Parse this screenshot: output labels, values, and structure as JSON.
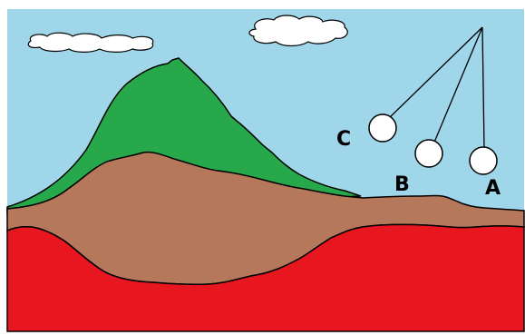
{
  "colors": {
    "sky": "#9fd6ea",
    "cloud": "#ffffff",
    "mountain_top": "#27a84a",
    "crust": "#b5785a",
    "mantle": "#e8161f",
    "outline": "#000000",
    "bob": "#ffffff"
  },
  "pendulums": {
    "a_label": "A",
    "b_label": "B",
    "c_label": "C"
  }
}
